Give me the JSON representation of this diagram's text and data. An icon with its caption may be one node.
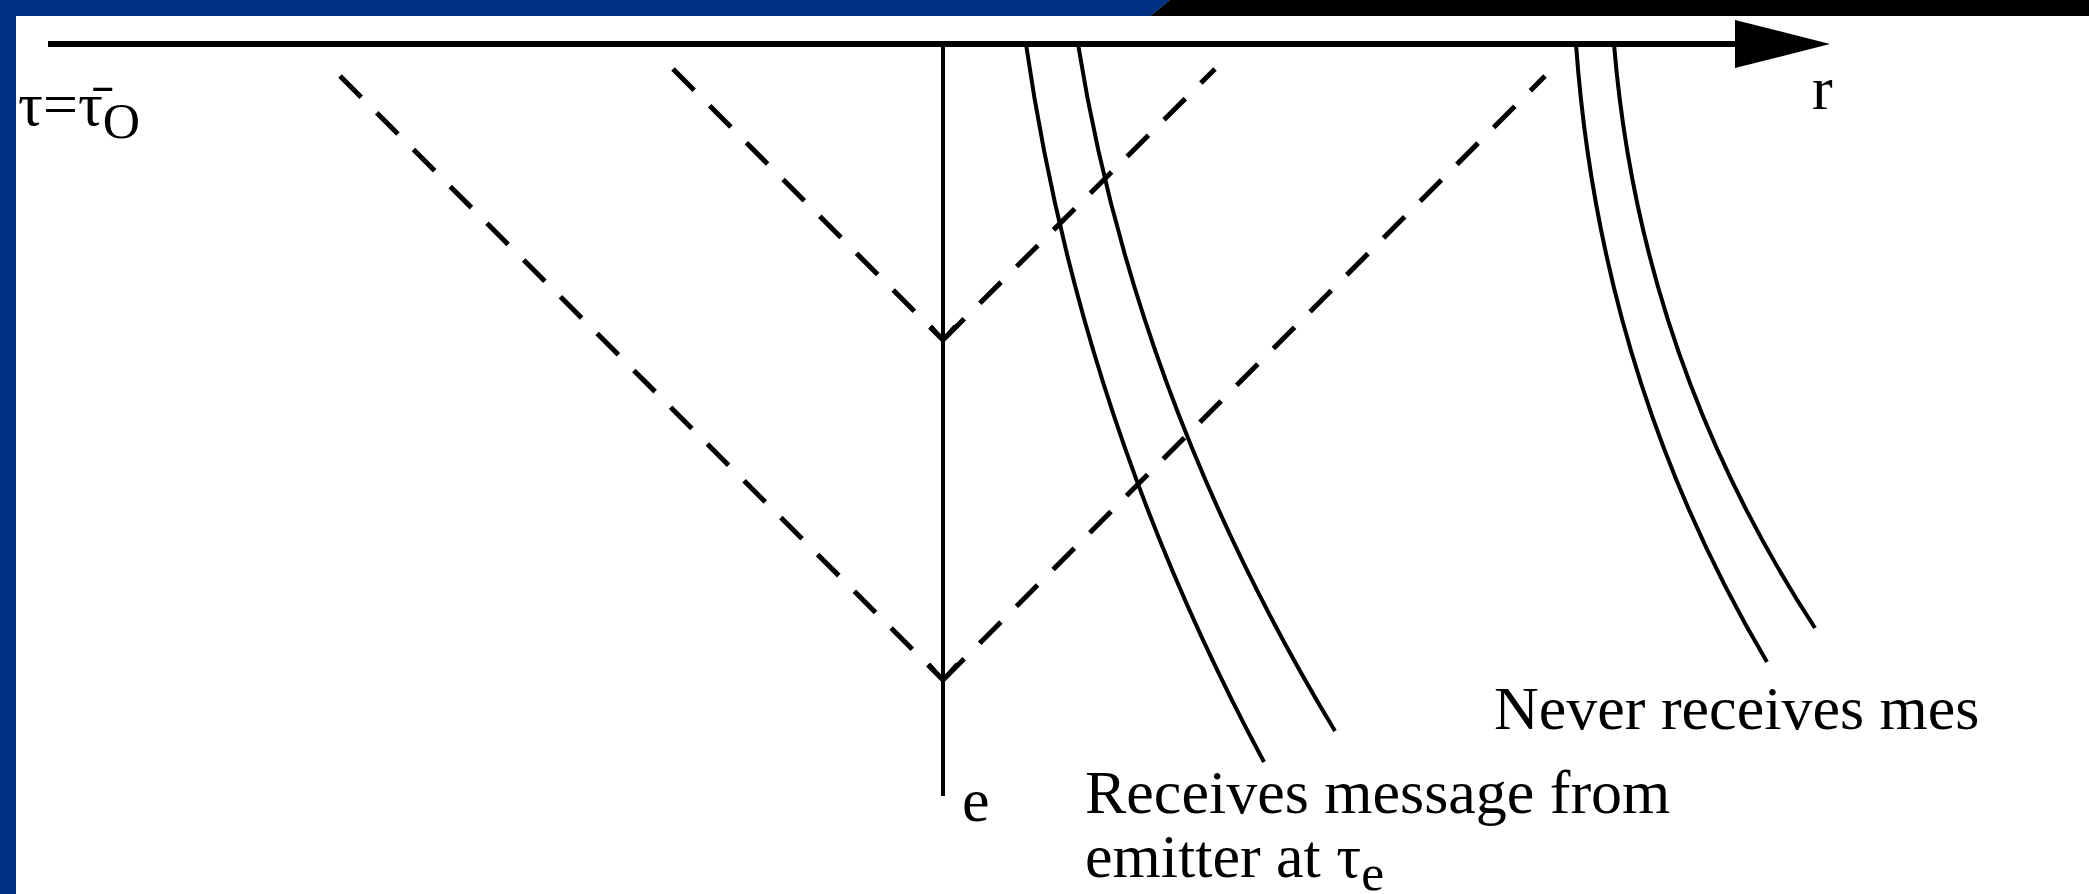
{
  "diagram": {
    "labels": [
      "τ=τ̄$_{O}$",
      "r",
      "e",
      "Receives message from emitter at τ$_{e}$",
      "Never receives mes"
    ]
  }
}
